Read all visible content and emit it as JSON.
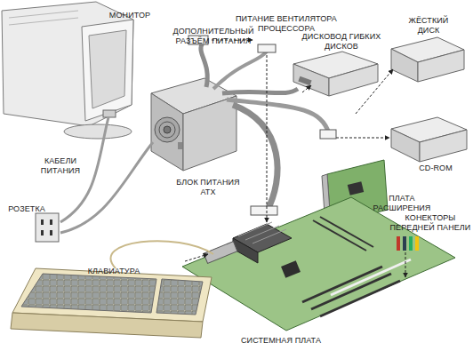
{
  "diagram": {
    "labels": [
      "МОНИТОР",
      "ДОПОЛНИТЕЛЬНЫЙ РАЗЪЁМ ПИТАНИЯ",
      "ПИТАНИЕ ВЕНТИЛЯТОРА ПРОЦЕССОРА",
      "ДИСКОВОД ГИБКИХ ДИСКОВ",
      "ЖЁСТКИЙ ДИСК",
      "КАБЕЛИ ПИТАНИЯ",
      "РОЗЕТКА",
      "БЛОК ПИТАНИЯ ATX",
      "CD-ROM",
      "ПЛАТА РАСШИРЕНИЯ",
      "КОНЕКТОРЫ ПЕРЕДНЕЙ ПАНЕЛИ",
      "КЛАВИАТУРА",
      "СИСТЕМНАЯ ПЛАТА"
    ]
  }
}
